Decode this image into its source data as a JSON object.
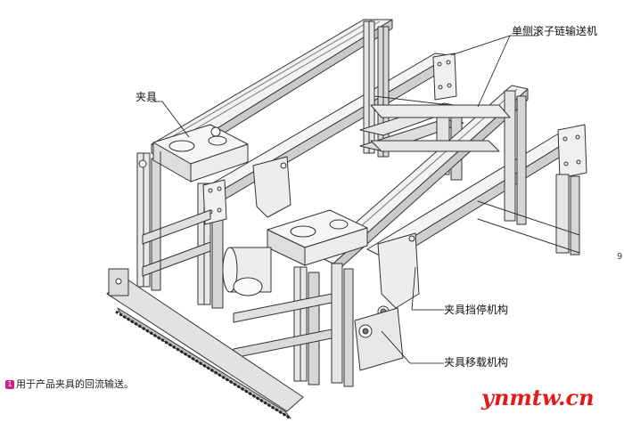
{
  "labels": {
    "jiaju": "夹具",
    "conveyor": "单侧滚子链输送机",
    "stopper": "夹具挡停机构",
    "transfer": "夹具移载机构"
  },
  "caption": {
    "badge": "1",
    "text": "用于产品夹具的回流输送。"
  },
  "watermark": "ynmtw.cn",
  "page_number": "9"
}
